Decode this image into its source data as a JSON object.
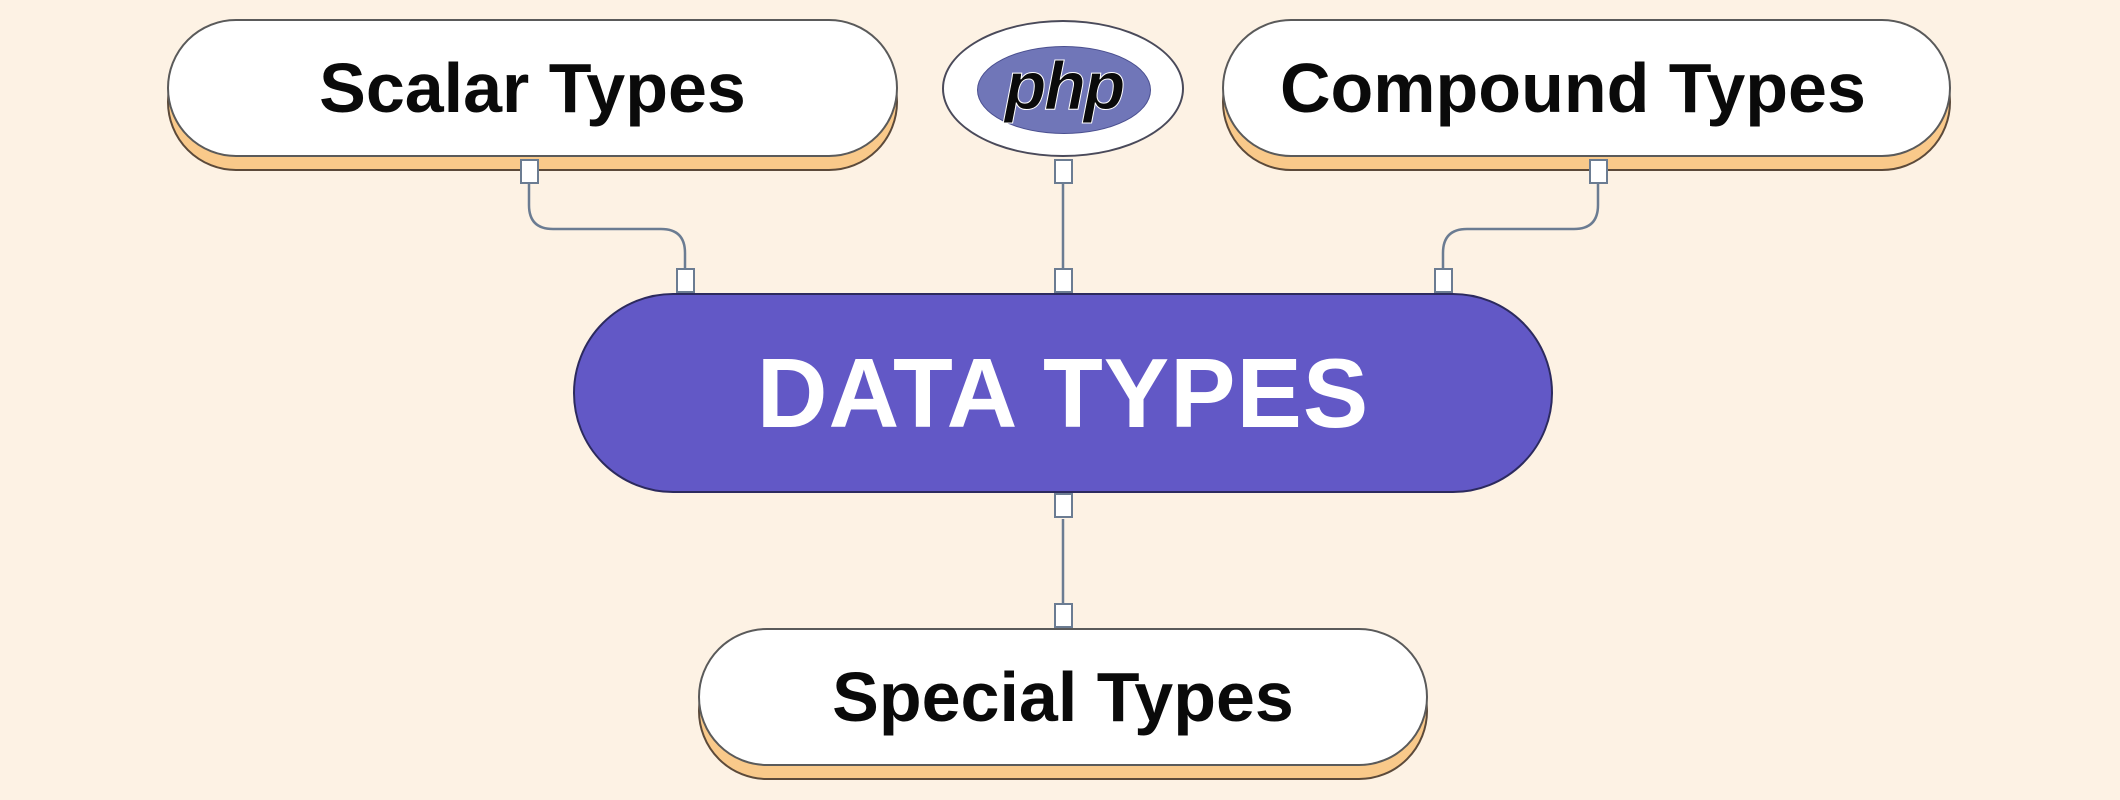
{
  "diagram": {
    "title": "DATA TYPES",
    "logo": {
      "text": "php",
      "icon": "php-logo"
    },
    "nodes": {
      "scalar": "Scalar Types",
      "compound": "Compound Types",
      "special": "Special Types"
    },
    "colors": {
      "background": "#fdf2e4",
      "center_fill": "#6258c6",
      "node_fill": "#ffffff",
      "node_shadow": "#f9c98a",
      "php_logo": "#7076b8",
      "connector": "#6b7c92"
    }
  }
}
